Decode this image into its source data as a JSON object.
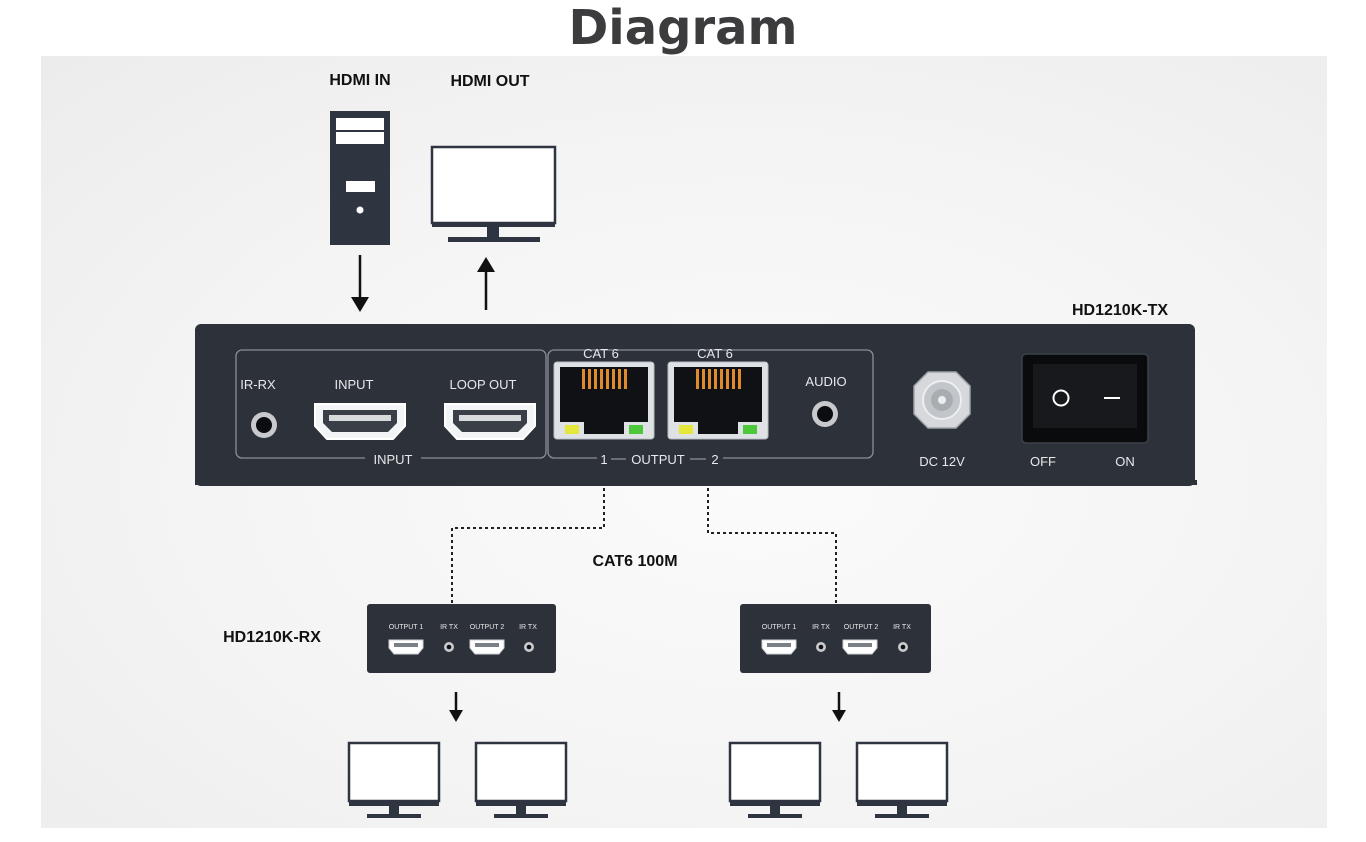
{
  "title": "Diagram",
  "sources": {
    "hdmi_in_label": "HDMI IN",
    "hdmi_out_label": "HDMI OUT"
  },
  "transmitter": {
    "model": "HD1210K-TX",
    "ir_rx_label": "IR-RX",
    "input_label": "INPUT",
    "loop_out_label": "LOOP OUT",
    "input_group_label": "INPUT",
    "cat6_1_label": "CAT 6",
    "cat6_2_label": "CAT 6",
    "output_group_label": "OUTPUT",
    "output_1_number": "1",
    "output_2_number": "2",
    "audio_label": "AUDIO",
    "dc_label": "DC 12V",
    "off_label": "OFF",
    "on_label": "ON",
    "switch_off_symbol": "O",
    "switch_on_symbol": "—"
  },
  "cable_label": "CAT6 100M",
  "receiver": {
    "model": "HD1210K-RX",
    "units": [
      {
        "output_1": "OUTPUT 1",
        "ir_tx_1": "IR TX",
        "output_2": "OUTPUT 2",
        "ir_tx_2": "IR TX"
      },
      {
        "output_1": "OUTPUT 1",
        "ir_tx_1": "IR TX",
        "output_2": "OUTPUT 2",
        "ir_tx_2": "IR TX"
      }
    ]
  },
  "colors": {
    "device_body": "#2c313a",
    "panel_stroke": "#8a8f98",
    "rj45_gold": "#e08a2e",
    "led_yellow": "#e5e83a",
    "led_green": "#4cc83a"
  }
}
